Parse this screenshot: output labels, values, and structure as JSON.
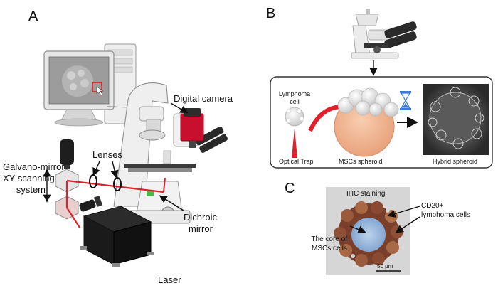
{
  "panels": {
    "a": {
      "letter": "A",
      "digital_camera": "Digital camera",
      "lenses": "Lenses",
      "galvano_line1": "Galvano-mirror",
      "galvano_line2": "XY scanning",
      "galvano_line3": "system",
      "dichroic_line1": "Dichroic",
      "dichroic_line2": "mirror",
      "laser": "Laser"
    },
    "b": {
      "letter": "B",
      "lymphoma_line1": "Lymphoma",
      "lymphoma_line2": "cell",
      "optical_trap": "Optical Trap",
      "mscs_spheroid": "MSCs spheroid",
      "hybrid_spheroid": "Hybrid spheroid"
    },
    "c": {
      "letter": "C",
      "ihc_staining": "IHC staining",
      "cd20_line1": "CD20+",
      "cd20_line2": "lymphoma cells",
      "core_line1": "The core of",
      "core_line2": "MSCs cells",
      "scale_bar": "50 μm"
    }
  },
  "colors": {
    "laser_beam": "#e0202a",
    "camera_red": "#c8102e",
    "spheroid_peach": "#f2b38f",
    "box_border": "#333333",
    "ihc_background": "#d6d6d6",
    "hourglass_blue": "#3a7bd5"
  }
}
